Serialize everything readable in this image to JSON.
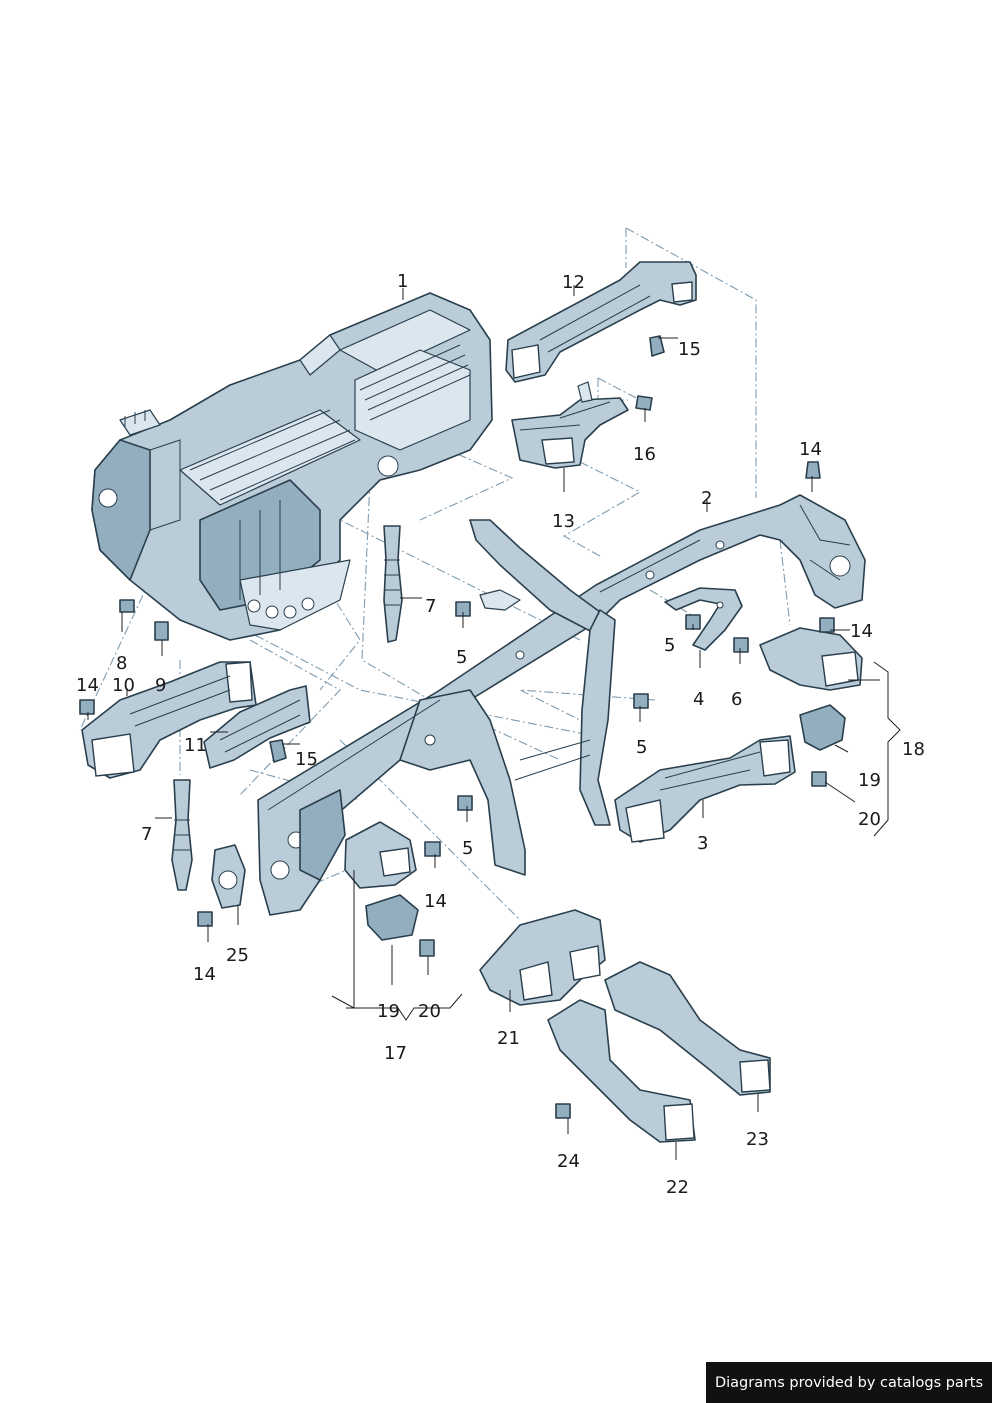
{
  "labels": {
    "n1": "1",
    "n2": "2",
    "n3": "3",
    "n4": "4",
    "n5a": "5",
    "n5b": "5",
    "n5c": "5",
    "n5d": "5",
    "n6": "6",
    "n7a": "7",
    "n7b": "7",
    "n8": "8",
    "n9": "9",
    "n10": "10",
    "n11": "11",
    "n12": "12",
    "n13": "13",
    "n14a": "14",
    "n14b": "14",
    "n14c": "14",
    "n14d": "14",
    "n14e": "14",
    "n15a": "15",
    "n15b": "15",
    "n16": "16",
    "n17": "17",
    "n18": "18",
    "n19a": "19",
    "n19b": "19",
    "n20a": "20",
    "n20b": "20",
    "n21": "21",
    "n22": "22",
    "n23": "23",
    "n24": "24",
    "n25": "25"
  },
  "footer": {
    "text": "Diagrams provided by catalogs parts"
  },
  "colors": {
    "part_fill": "#b9ccd8",
    "outline": "#2a3f4d",
    "dash": "#7f9cb0",
    "footer_bg": "#111111"
  }
}
